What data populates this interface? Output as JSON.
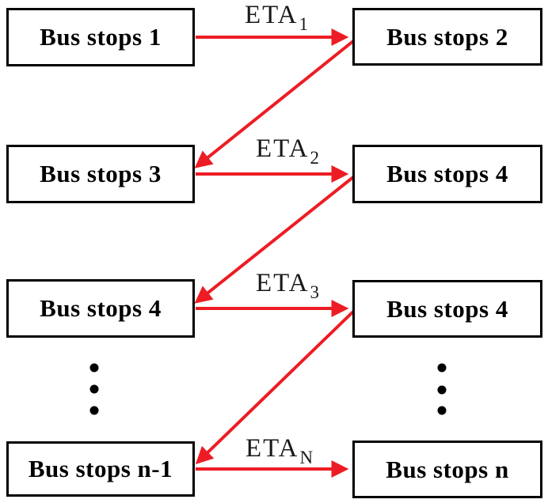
{
  "diagram": {
    "description": "Zig-zag chain of bus stops connected by red ETA arrows",
    "arrow_color": "#ed1c24",
    "box_border_color": "#000000",
    "text_color": "#000000",
    "dot_color": "#000000",
    "nodes": [
      {
        "id": "n1",
        "label": "Bus stops 1",
        "column": "left",
        "row": 1
      },
      {
        "id": "n2",
        "label": "Bus stops 2",
        "column": "right",
        "row": 1
      },
      {
        "id": "n3",
        "label": "Bus stops 3",
        "column": "left",
        "row": 2
      },
      {
        "id": "n4",
        "label": "Bus stops 4",
        "column": "right",
        "row": 2
      },
      {
        "id": "n5",
        "label": "Bus stops 4",
        "column": "left",
        "row": 3
      },
      {
        "id": "n6",
        "label": "Bus stops 4",
        "column": "right",
        "row": 3
      },
      {
        "id": "n7",
        "label": "Bus stops n-1",
        "column": "left",
        "row": 4
      },
      {
        "id": "n8",
        "label": "Bus stops n",
        "column": "right",
        "row": 4
      }
    ],
    "edges": [
      {
        "from": "n1",
        "to": "n2",
        "type": "horizontal",
        "label": "ETA",
        "sub": "1"
      },
      {
        "from": "n2",
        "to": "n3",
        "type": "diagonal",
        "label": "",
        "sub": ""
      },
      {
        "from": "n3",
        "to": "n4",
        "type": "horizontal",
        "label": "ETA",
        "sub": "2"
      },
      {
        "from": "n4",
        "to": "n5",
        "type": "diagonal",
        "label": "",
        "sub": ""
      },
      {
        "from": "n5",
        "to": "n6",
        "type": "horizontal",
        "label": "ETA",
        "sub": "3"
      },
      {
        "from": "n6",
        "to": "n7",
        "type": "diagonal",
        "label": "",
        "sub": ""
      },
      {
        "from": "n7",
        "to": "n8",
        "type": "horizontal",
        "label": "ETA",
        "sub": "N"
      }
    ],
    "ellipsis": {
      "dot_count": 3,
      "columns": [
        "left",
        "right"
      ]
    }
  }
}
